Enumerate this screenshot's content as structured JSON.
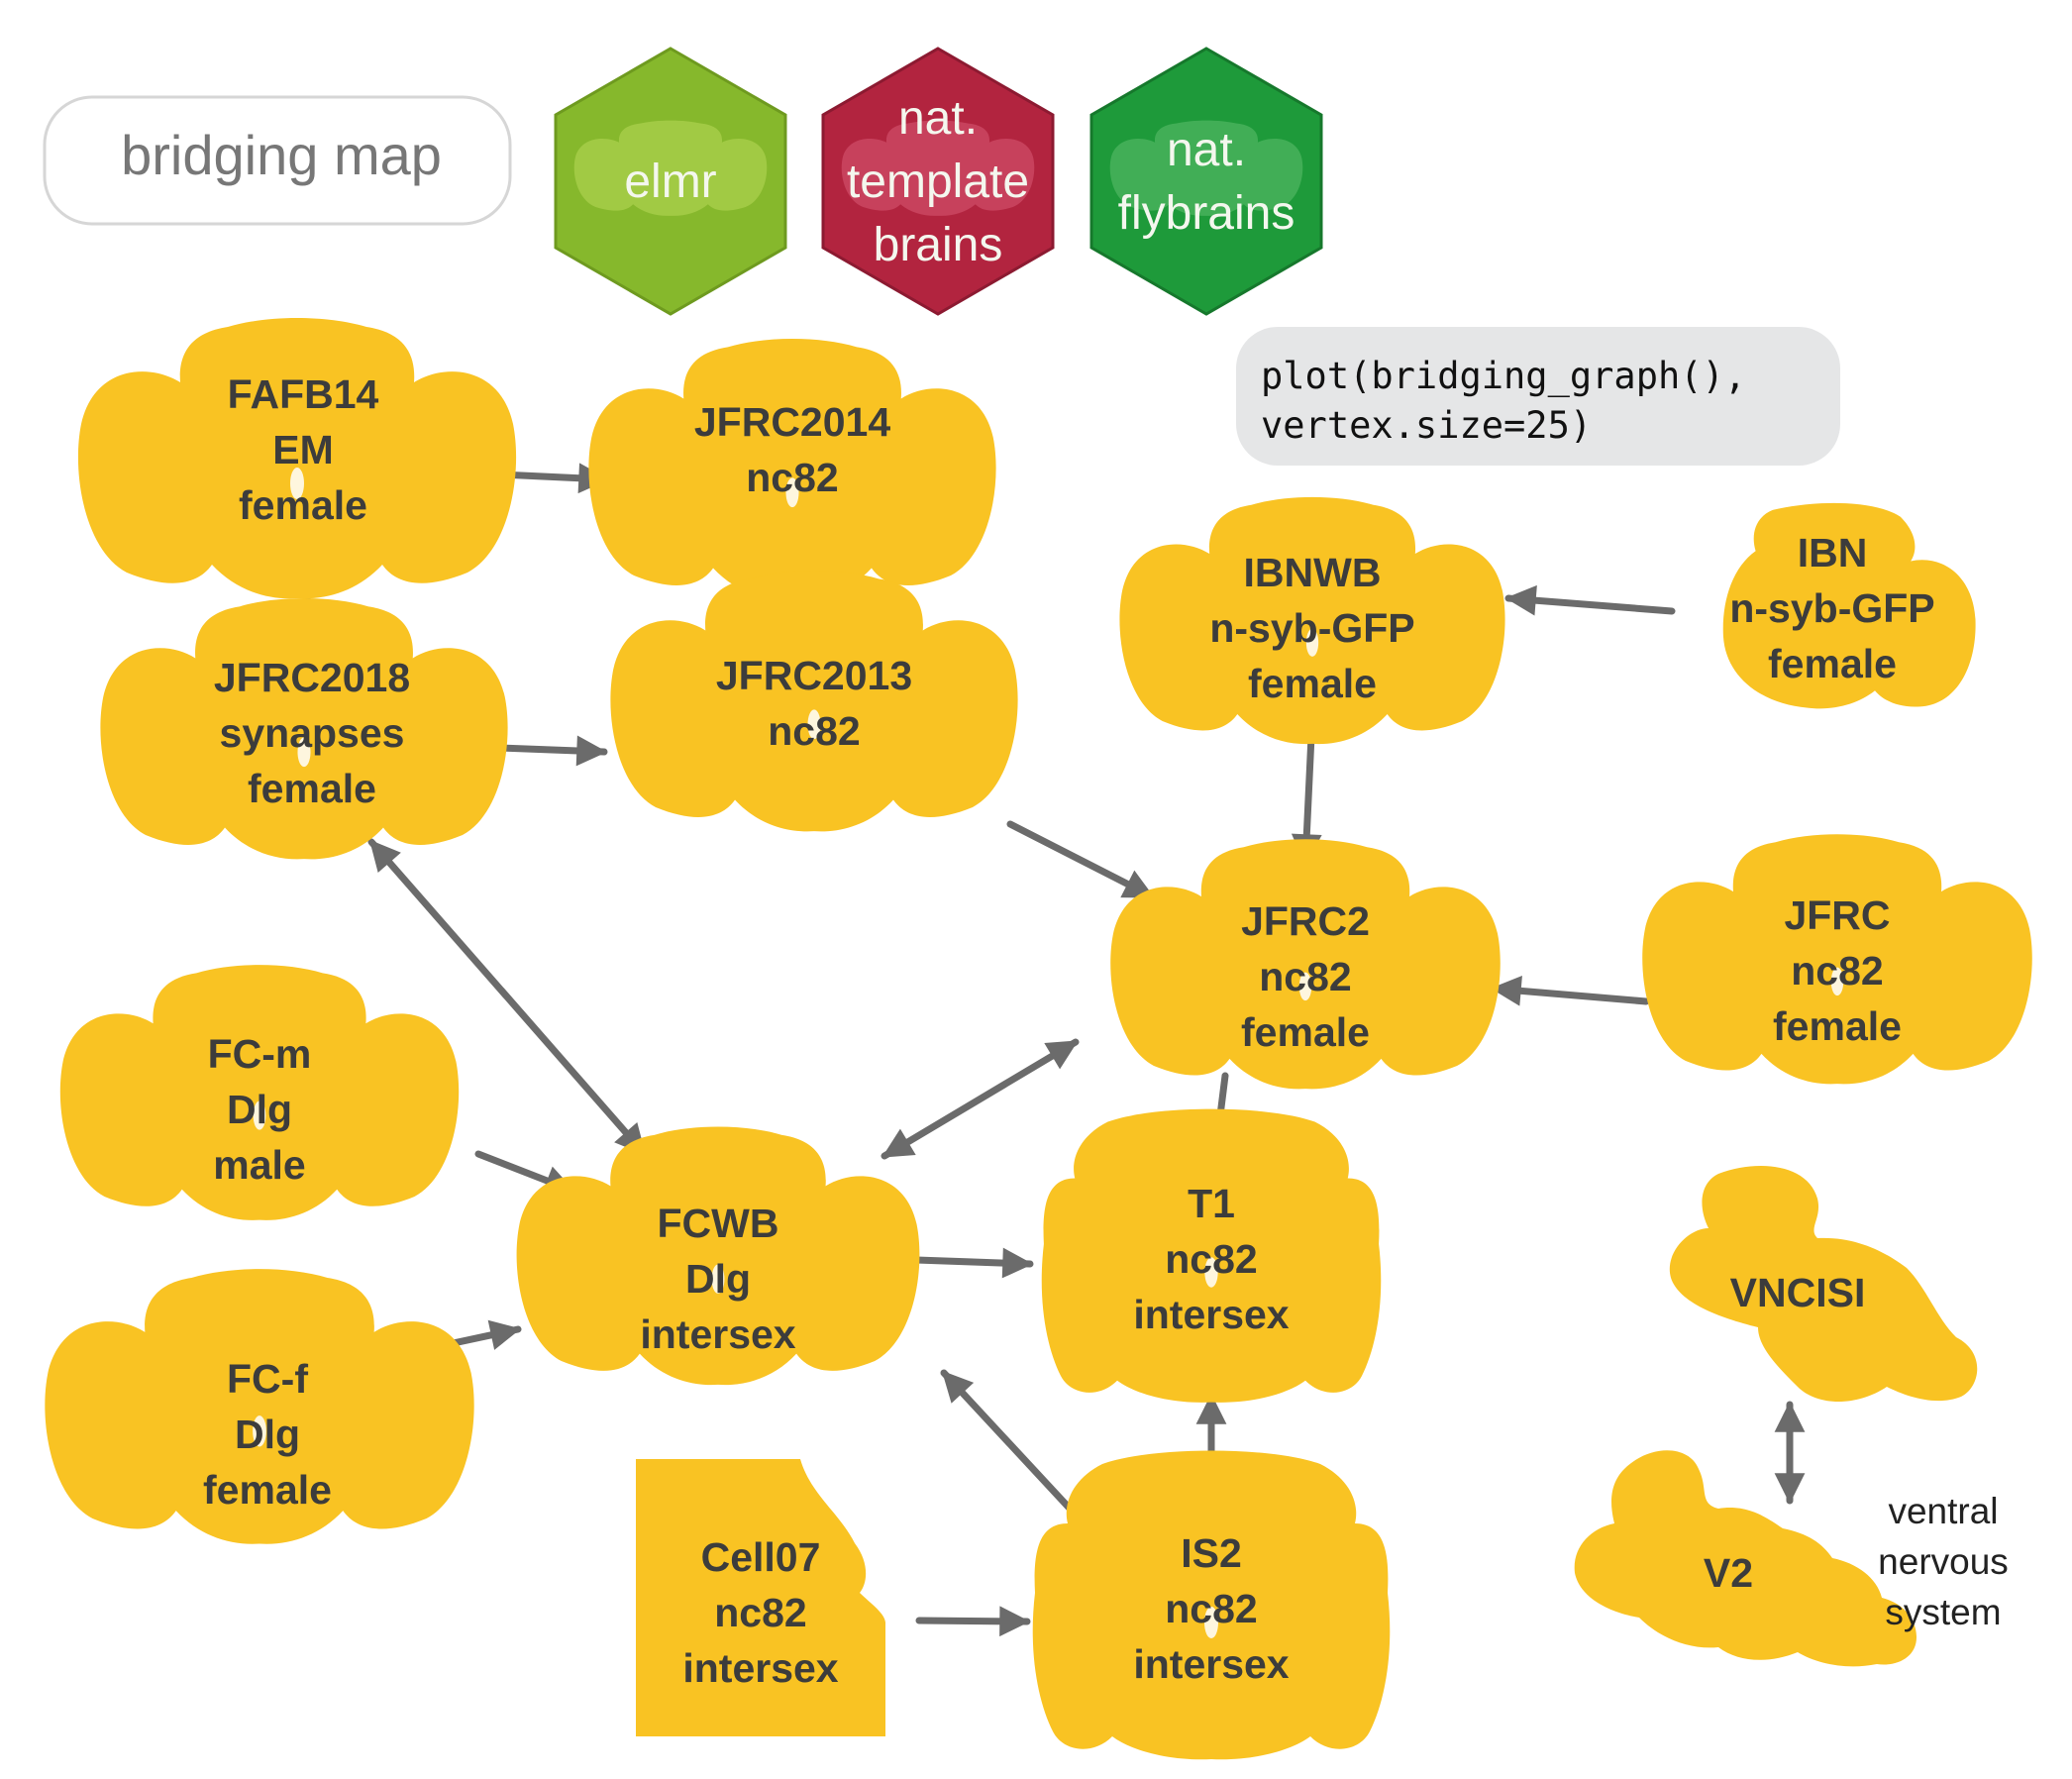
{
  "title": "bridging map",
  "code": {
    "lines": [
      "plot(bridging_graph(),",
      "vertex.size=25)"
    ]
  },
  "hexes": [
    {
      "id": "elmr",
      "lines": [
        "elmr"
      ],
      "color": "#86b82c",
      "light": "#b8d85a",
      "border": "#6e9a1f"
    },
    {
      "id": "nat-templatebrains",
      "lines": [
        "nat.",
        "template",
        "brains"
      ],
      "color": "#b2243f",
      "light": "#d95a75",
      "border": "#8c1a31"
    },
    {
      "id": "nat-flybrains",
      "lines": [
        "nat.",
        "flybrains"
      ],
      "color": "#1e9a3a",
      "light": "#5fbf6e",
      "border": "#16782c"
    }
  ],
  "nodes": [
    {
      "id": "fafb14",
      "lines": [
        "FAFB14",
        "EM",
        "female"
      ]
    },
    {
      "id": "jfrc2014",
      "lines": [
        "JFRC2014",
        "nc82"
      ]
    },
    {
      "id": "jfrc2018",
      "lines": [
        "JFRC2018",
        "synapses",
        "female"
      ]
    },
    {
      "id": "jfrc2013",
      "lines": [
        "JFRC2013",
        "nc82"
      ]
    },
    {
      "id": "ibnwb",
      "lines": [
        "IBNWB",
        "n-syb-GFP",
        "female"
      ]
    },
    {
      "id": "ibn",
      "lines": [
        "IBN",
        "n-syb-GFP",
        "female"
      ]
    },
    {
      "id": "jfrc2",
      "lines": [
        "JFRC2",
        "nc82",
        "female"
      ]
    },
    {
      "id": "jfrc",
      "lines": [
        "JFRC",
        "nc82",
        "female"
      ]
    },
    {
      "id": "fc-m",
      "lines": [
        "FC-m",
        "Dlg",
        "male"
      ]
    },
    {
      "id": "fcwb",
      "lines": [
        "FCWB",
        "Dlg",
        "intersex"
      ]
    },
    {
      "id": "t1",
      "lines": [
        "T1",
        "nc82",
        "intersex"
      ]
    },
    {
      "id": "fc-f",
      "lines": [
        "FC-f",
        "Dlg",
        "female"
      ]
    },
    {
      "id": "cell07",
      "lines": [
        "Cell07",
        "nc82",
        "intersex"
      ]
    },
    {
      "id": "is2",
      "lines": [
        "IS2",
        "nc82",
        "intersex"
      ]
    },
    {
      "id": "vncisi",
      "lines": [
        "VNCISI"
      ]
    },
    {
      "id": "v2",
      "lines": [
        "V2"
      ]
    }
  ],
  "edges": [
    {
      "from": "fafb14",
      "to": "jfrc2014",
      "both": false
    },
    {
      "from": "fafb14",
      "to": "jfrc2018",
      "both": true
    },
    {
      "from": "jfrc2014",
      "to": "jfrc2013",
      "both": false
    },
    {
      "from": "jfrc2018",
      "to": "jfrc2013",
      "both": false
    },
    {
      "from": "jfrc2013",
      "to": "jfrc2",
      "both": false
    },
    {
      "from": "ibn",
      "to": "ibnwb",
      "both": false
    },
    {
      "from": "ibnwb",
      "to": "jfrc2",
      "both": false
    },
    {
      "from": "jfrc",
      "to": "jfrc2",
      "both": false
    },
    {
      "from": "jfrc2018",
      "to": "fcwb",
      "both": true
    },
    {
      "from": "jfrc2",
      "to": "fcwb",
      "both": true
    },
    {
      "from": "jfrc2",
      "to": "t1",
      "both": false
    },
    {
      "from": "fc-m",
      "to": "fcwb",
      "both": false
    },
    {
      "from": "fc-f",
      "to": "fcwb",
      "both": false
    },
    {
      "from": "fcwb",
      "to": "t1",
      "both": false
    },
    {
      "from": "t1",
      "to": "is2",
      "both": true
    },
    {
      "from": "is2",
      "to": "fcwb",
      "both": false
    },
    {
      "from": "cell07",
      "to": "is2",
      "both": false
    },
    {
      "from": "vncisi",
      "to": "v2",
      "both": true
    }
  ],
  "note": {
    "lines": [
      "ventral",
      "nervous",
      "system"
    ]
  },
  "colors": {
    "brain": "#f9c323",
    "arrow": "#6b6b6b",
    "label": "#3c3c3c",
    "code_bg": "#e5e6e7"
  }
}
